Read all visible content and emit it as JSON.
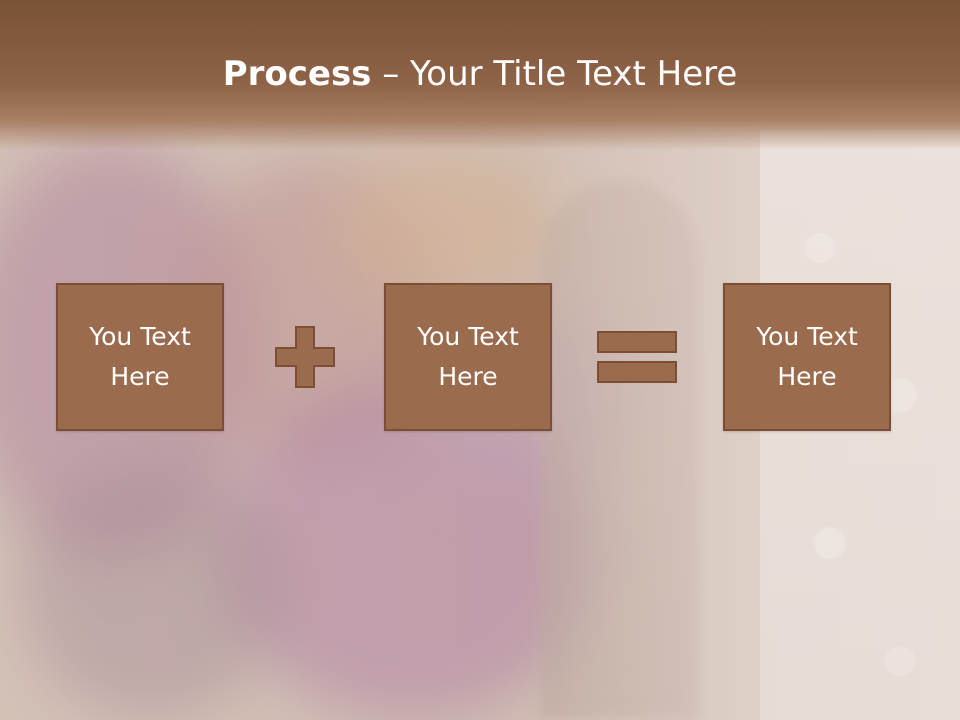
{
  "slide": {
    "title_bold": "Process",
    "title_rest": " – Your Title Text Here",
    "boxes": [
      {
        "text": "You Text\nHere"
      },
      {
        "text": "You Text\nHere"
      },
      {
        "text": "You Text\nHere"
      }
    ],
    "operators": [
      "plus-sign",
      "equals-sign"
    ],
    "colors": {
      "header": "#8e6246",
      "box_fill": "#9b6b4d",
      "box_border": "#7a4f36"
    }
  }
}
